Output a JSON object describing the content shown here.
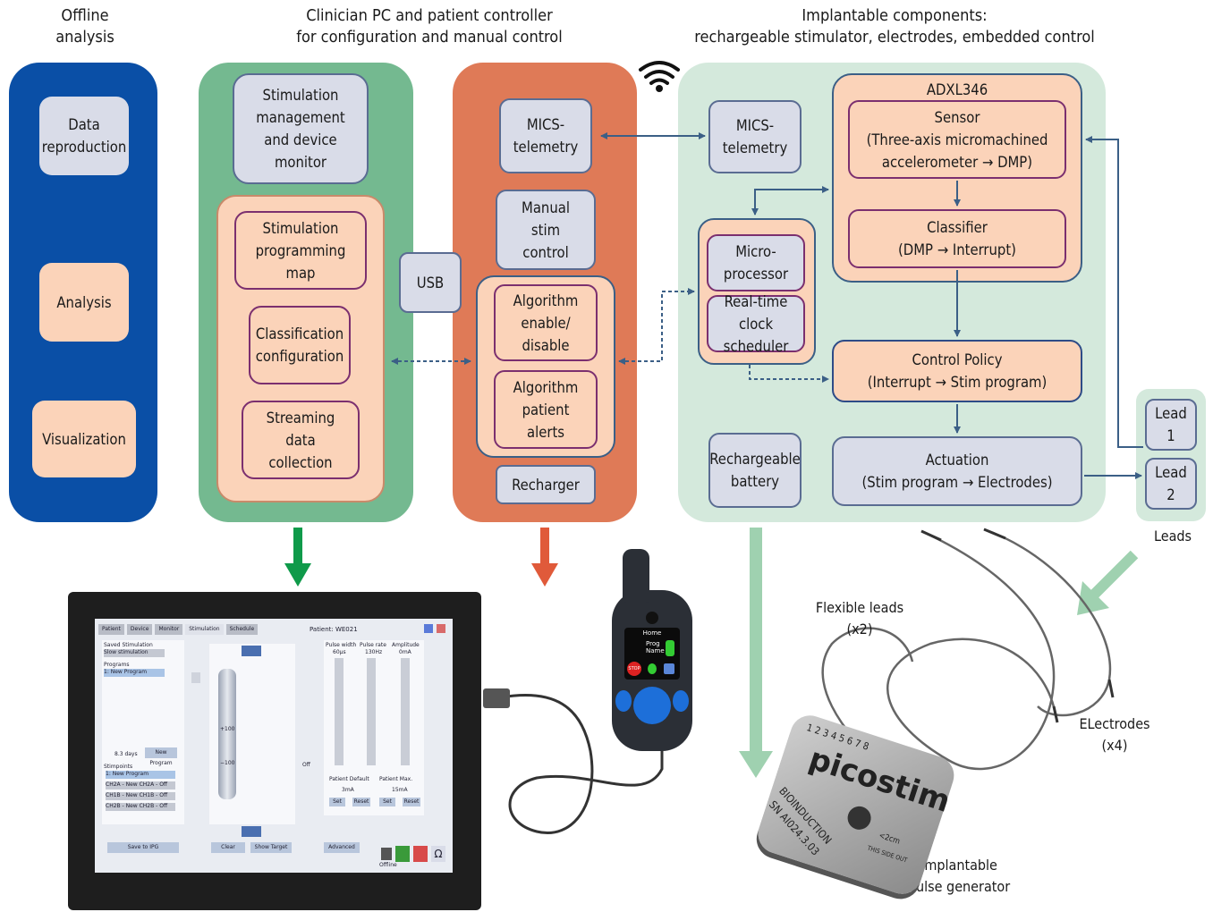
{
  "headers": {
    "offline": [
      "Offline",
      "analysis"
    ],
    "clinician": [
      "Clinician PC and patient controller",
      "for configuration and manual control"
    ],
    "implant": [
      "Implantable components:",
      "rechargeable stimulator, electrodes, embedded control"
    ]
  },
  "offline_panel": {
    "data_reproduction": [
      "Data",
      "reproduction"
    ],
    "analysis": [
      "Analysis"
    ],
    "visualization": [
      "Visualization"
    ]
  },
  "clinician_panel": {
    "stim_mgmt": [
      "Stimulation",
      "management",
      "and device",
      "monitor"
    ],
    "stim_prog_map": [
      "Stimulation",
      "programming",
      "map"
    ],
    "classification": [
      "Classification",
      "configuration"
    ],
    "streaming": [
      "Streaming",
      "data",
      "collection"
    ],
    "usb": "USB"
  },
  "controller_panel": {
    "mics": [
      "MICS-",
      "telemetry"
    ],
    "manual": [
      "Manual",
      "stim",
      "control"
    ],
    "alg_enable": [
      "Algorithm",
      "enable/",
      "disable"
    ],
    "alg_alerts": [
      "Algorithm",
      "patient",
      "alerts"
    ],
    "recharger": "Recharger"
  },
  "implant_panel": {
    "mics": [
      "MICS-",
      "telemetry"
    ],
    "adxl": "ADXL346",
    "sensor": [
      "Sensor",
      "(Three-axis micromachined",
      "accelerometer → DMP)"
    ],
    "classifier": [
      "Classifier",
      "(DMP → Interrupt)"
    ],
    "micro": [
      "Micro-",
      "processor"
    ],
    "rtc": [
      "Real-time",
      "clock scheduler"
    ],
    "control_policy": [
      "Control Policy",
      "(Interrupt → Stim program)"
    ],
    "battery": [
      "Rechargeable",
      "battery"
    ],
    "actuation": [
      "Actuation",
      "(Stim program → Electrodes)"
    ],
    "lead1": [
      "Lead",
      "1"
    ],
    "lead2": [
      "Lead",
      "2"
    ],
    "leads_label": "Leads"
  },
  "labels": {
    "flexible_leads": [
      "Flexible leads",
      "(x2)"
    ],
    "electrodes": [
      "ELectrodes",
      "(x4)"
    ],
    "ipg": [
      "Implantable",
      "pulse generator"
    ]
  },
  "device": {
    "brand": "picostim",
    "sub1": "BIOINDUCTION",
    "sub2": "SN AI024.3.03",
    "numbers": "1 2 3 4   5 6 7 8",
    "side": "THIS SIDE OUT",
    "depth": "<2cm"
  },
  "controller_screen": {
    "home": "Home",
    "prog": "Prog",
    "name": "Name",
    "stop": "STOP"
  },
  "clinician_ui": {
    "tabs": [
      "Patient",
      "Device",
      "Monitor",
      "Stimulation",
      "Schedule"
    ],
    "patient": "Patient: WE021",
    "saved_stim": "Saved Stimulation",
    "slow_stim": "Slow stimulation",
    "programs": "Programs",
    "new_program": "1: New Program",
    "days": "8.3 days",
    "new_program_btn": "New Program",
    "stimpoints": "Stimpoints",
    "stimpoint_items": [
      "1: New Program",
      "CH2A - New CH2A - Off",
      "CH1B - New CH1B - Off",
      "CH2B - New CH2B - Off"
    ],
    "save_ipg": "Save to IPG",
    "plus100": "+100",
    "minus100": "−100",
    "off": "Off",
    "clear": "Clear",
    "show_target": "Show Target",
    "advanced": "Advanced",
    "offline": "Offline",
    "pulse_width": "Pulse width",
    "pulse_rate": "Pulse rate",
    "amplitude": "Amplitude",
    "pw_val": "60μs",
    "pr_val": "130Hz",
    "amp_val": "0mA",
    "patient_default": "Patient Default",
    "patient_max": "Patient Max.",
    "def_val": "3mA",
    "max_val": "15mA",
    "set": "Set",
    "reset": "Reset",
    "omega": "Ω"
  },
  "colors": {
    "offline_panel": "#0a4fa6",
    "clinician_panel": "#74b990",
    "controller_panel": "#df7a57",
    "implant_panel": "#d4e9dc",
    "peach": "#fbd3b9",
    "lavender": "#d9dce8",
    "arrow_blue": "#3b5f86",
    "arrow_green": "#0f9a4a",
    "arrow_red": "#e05a3a",
    "arrow_lightgreen": "#9fd1b0"
  }
}
